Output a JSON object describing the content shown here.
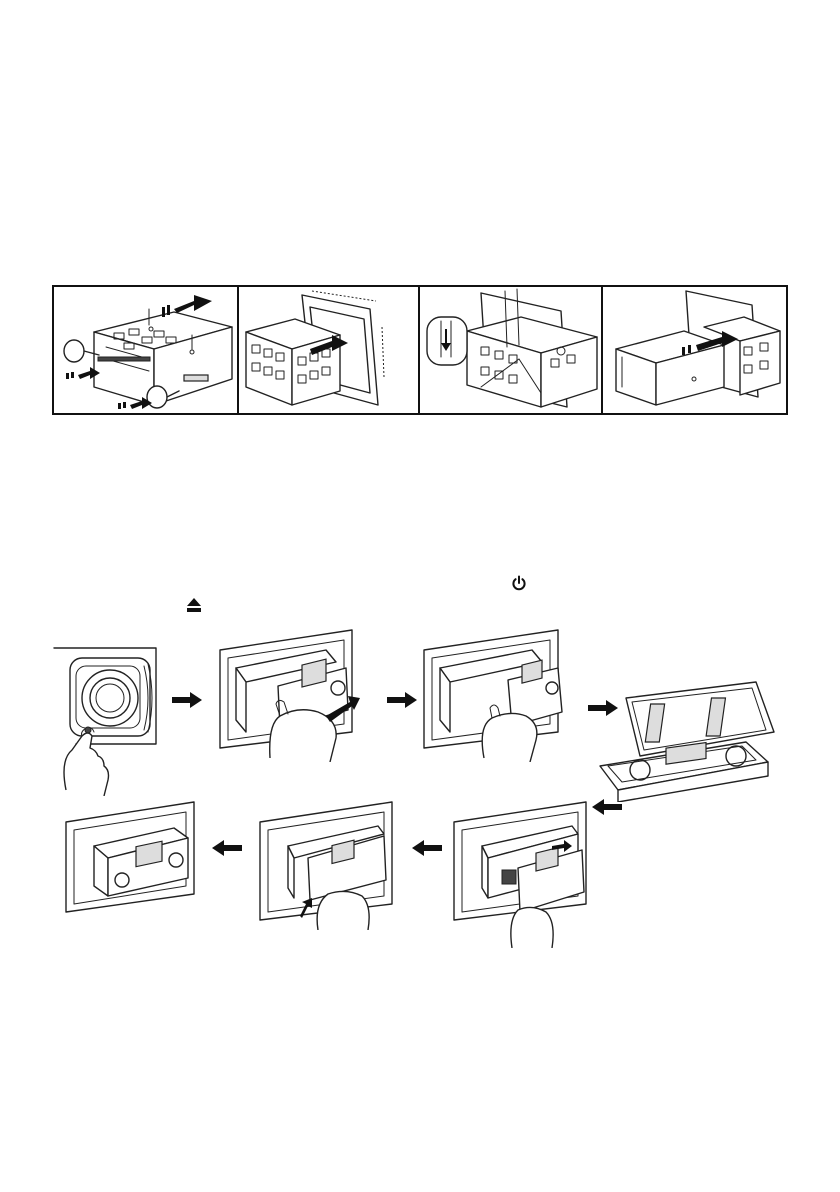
{
  "page": {
    "background": "#ffffff",
    "ink": "#111111"
  },
  "installation_diagram": {
    "panels": [
      {
        "name": "remove-sleeve",
        "icon": "sleeve-removal-icon"
      },
      {
        "name": "insert-sleeve",
        "icon": "sleeve-insert-icon"
      },
      {
        "name": "bend-tabs",
        "icon": "tab-bend-icon"
      },
      {
        "name": "insert-unit",
        "icon": "unit-insert-icon"
      }
    ]
  },
  "control_icons": {
    "power": "power-icon",
    "eject": "eject-icon"
  },
  "panel_removal_diagram": {
    "steps": [
      {
        "name": "press-release-button",
        "icon": "release-button-icon"
      },
      {
        "name": "detach-panel",
        "icon": "detach-panel-icon"
      },
      {
        "name": "pull-panel",
        "icon": "pull-panel-icon"
      },
      {
        "name": "store-in-case",
        "icon": "panel-case-icon"
      },
      {
        "name": "align-panel",
        "icon": "align-panel-icon"
      },
      {
        "name": "press-panel",
        "icon": "press-panel-icon"
      },
      {
        "name": "panel-attached",
        "icon": "attached-unit-icon"
      }
    ]
  }
}
